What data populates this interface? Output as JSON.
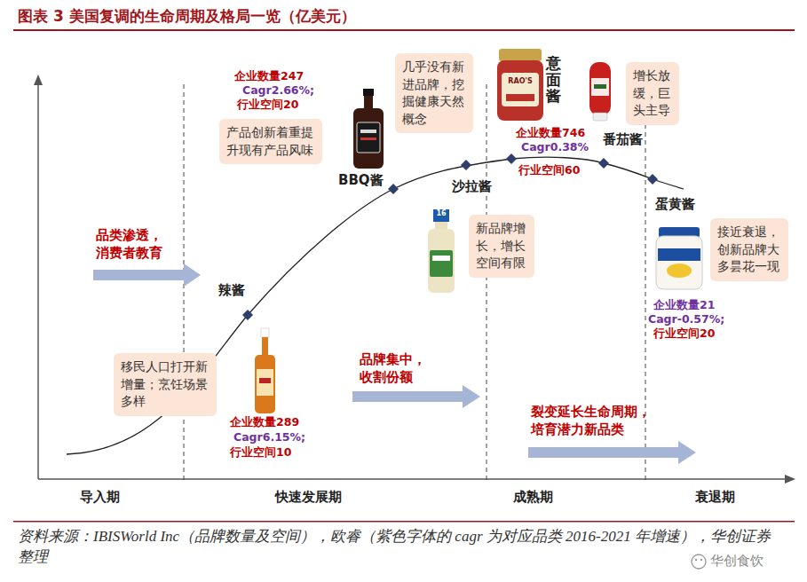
{
  "diagram": {
    "title": "图表 3 美国复调的生命周期及格局一览（亿美元）",
    "caption": "资料来源：IBISWorld Inc（品牌数量及空间），欧睿（紫色字体的 cagr 为对应品类 2016-2021 年增速），华创证券整理",
    "nodes": [
      {
        "text": [
          "产品创新着重提升现有产品风味"
        ]
      },
      {
        "text": [
          "几乎没有新进品牌，挖掘健康天然概念"
        ]
      },
      {
        "text": [
          "增长放缓，巨头主导"
        ]
      },
      {
        "text": [
          "新品牌增长，增长空间有限"
        ]
      },
      {
        "text": [
          "接近衰退，创新品牌大多昙花一现"
        ]
      },
      {
        "text": [
          "移民人口打开新增量；烹饪场景多样"
        ]
      }
    ],
    "labels": [
      "企业数量247",
      "Cagr2.66%;",
      "行业空间20",
      "BBQ酱",
      "意面酱",
      "RAO'S",
      "企业数量746",
      "Cagr0.38%",
      "行业空间60",
      "番茄酱",
      "沙拉酱",
      "16",
      "蛋黄酱",
      "品类渗透，消费者教育",
      "辣酱",
      "企业数量21",
      "Cagr-0.57%;",
      "行业空间20",
      "品牌集中，收割份额",
      "企业数量289",
      "Cagr6.15%;",
      "行业空间10",
      "裂变延长生命周期，培育潜力新品类",
      "导入期",
      "快速发展期",
      "成熟期",
      "衰退期",
      "华创食饮"
    ]
  }
}
